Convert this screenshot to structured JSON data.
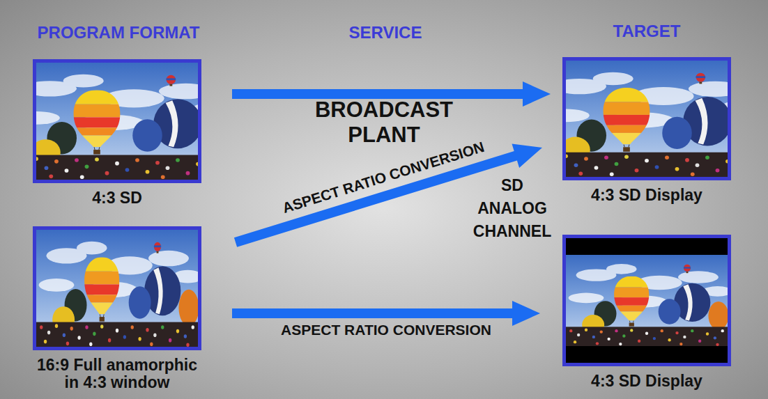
{
  "diagram": {
    "nodes": [
      {
        "text": [
          "4:3 SD"
        ]
      },
      {
        "text": [
          "4:3 SD Display"
        ]
      },
      {
        "text": [
          "16:9 Full anamorphic in 4:3 window"
        ]
      },
      {
        "text": [
          "4:3 SD Display"
        ]
      }
    ],
    "edges": [
      {
        "from": 0,
        "to": 1,
        "arrow": "to"
      },
      {
        "from": 2,
        "to": 1,
        "arrow": "to",
        "label": "ASPECT RATIO CONVERSION"
      },
      {
        "from": 2,
        "to": 3,
        "arrow": "to",
        "label": "ASPECT RATIO CONVERSION"
      }
    ],
    "labels": [
      "PROGRAM FORMAT",
      "SERVICE",
      "TARGET",
      "BROADCAST PLANT",
      "SD ANALOG CHANNEL"
    ]
  }
}
